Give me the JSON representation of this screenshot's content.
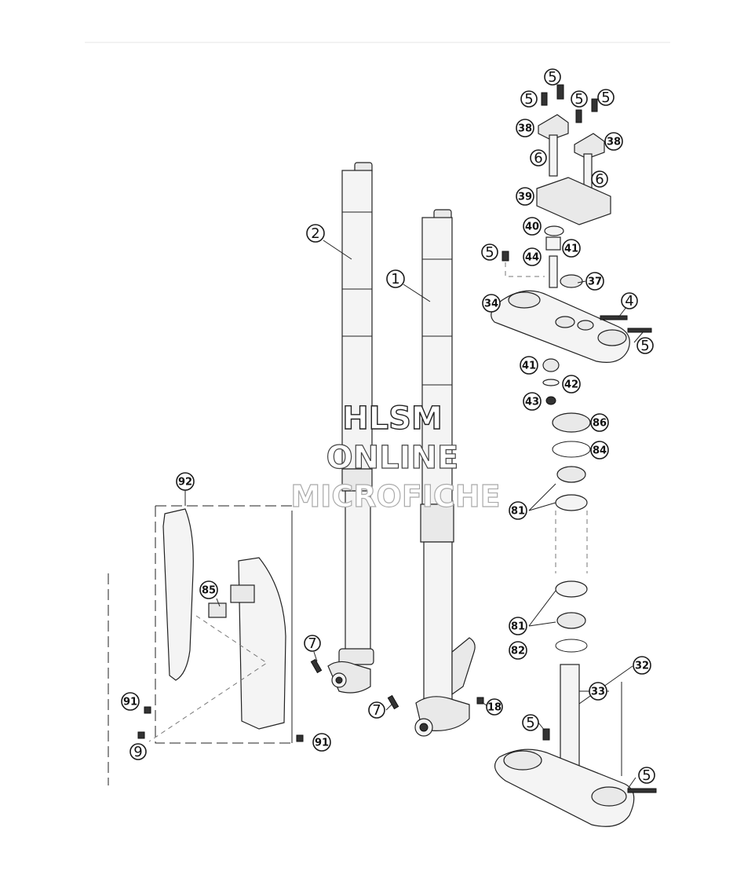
{
  "callouts": [
    {
      "id": "c-5a",
      "label": "5"
    },
    {
      "id": "c-5b",
      "label": "5"
    },
    {
      "id": "c-5c",
      "label": "5"
    },
    {
      "id": "c-5d",
      "label": "5"
    },
    {
      "id": "c-38a",
      "label": "38"
    },
    {
      "id": "c-38b",
      "label": "38"
    },
    {
      "id": "c-6a",
      "label": "6"
    },
    {
      "id": "c-6b",
      "label": "6"
    },
    {
      "id": "c-39",
      "label": "39"
    },
    {
      "id": "c-40",
      "label": "40"
    },
    {
      "id": "c-5e",
      "label": "5"
    },
    {
      "id": "c-44",
      "label": "44"
    },
    {
      "id": "c-41a",
      "label": "41"
    },
    {
      "id": "c-37",
      "label": "37"
    },
    {
      "id": "c-34",
      "label": "34"
    },
    {
      "id": "c-4",
      "label": "4"
    },
    {
      "id": "c-5f",
      "label": "5"
    },
    {
      "id": "c-41b",
      "label": "41"
    },
    {
      "id": "c-42",
      "label": "42"
    },
    {
      "id": "c-43",
      "label": "43"
    },
    {
      "id": "c-86",
      "label": "86"
    },
    {
      "id": "c-84",
      "label": "84"
    },
    {
      "id": "c-81a",
      "label": "81"
    },
    {
      "id": "c-81b",
      "label": "81"
    },
    {
      "id": "c-82",
      "label": "82"
    },
    {
      "id": "c-32",
      "label": "32"
    },
    {
      "id": "c-33",
      "label": "33"
    },
    {
      "id": "c-5g",
      "label": "5"
    },
    {
      "id": "c-5h",
      "label": "5"
    },
    {
      "id": "c-2",
      "label": "2"
    },
    {
      "id": "c-1",
      "label": "1"
    },
    {
      "id": "c-92",
      "label": "92"
    },
    {
      "id": "c-85",
      "label": "85"
    },
    {
      "id": "c-7a",
      "label": "7"
    },
    {
      "id": "c-7b",
      "label": "7"
    },
    {
      "id": "c-18",
      "label": "18"
    },
    {
      "id": "c-91a",
      "label": "91"
    },
    {
      "id": "c-91b",
      "label": "91"
    },
    {
      "id": "c-9",
      "label": "9"
    }
  ],
  "watermark": {
    "line1": "HLSM",
    "line2": "ONLINE",
    "line3": "MICROFICHE"
  }
}
